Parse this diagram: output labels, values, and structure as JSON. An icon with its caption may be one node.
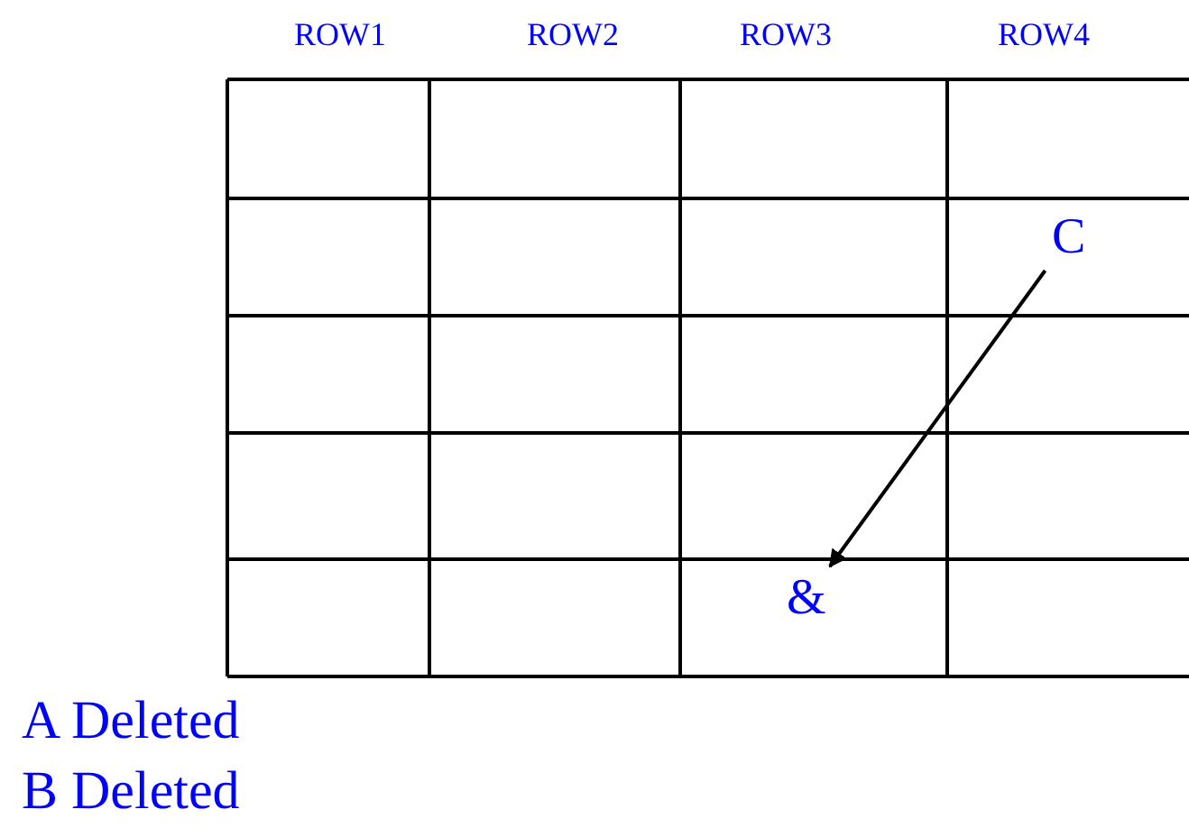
{
  "diagram": {
    "nodes": [
      {
        "text": [
          "C"
        ]
      },
      {
        "text": [
          "&"
        ]
      }
    ],
    "edges": [
      {
        "from": 0,
        "to": 1,
        "arrow": "to"
      }
    ],
    "labels": [
      "ROW1",
      "ROW2",
      "ROW3",
      "ROW4",
      "A Deleted",
      "B Deleted"
    ]
  }
}
